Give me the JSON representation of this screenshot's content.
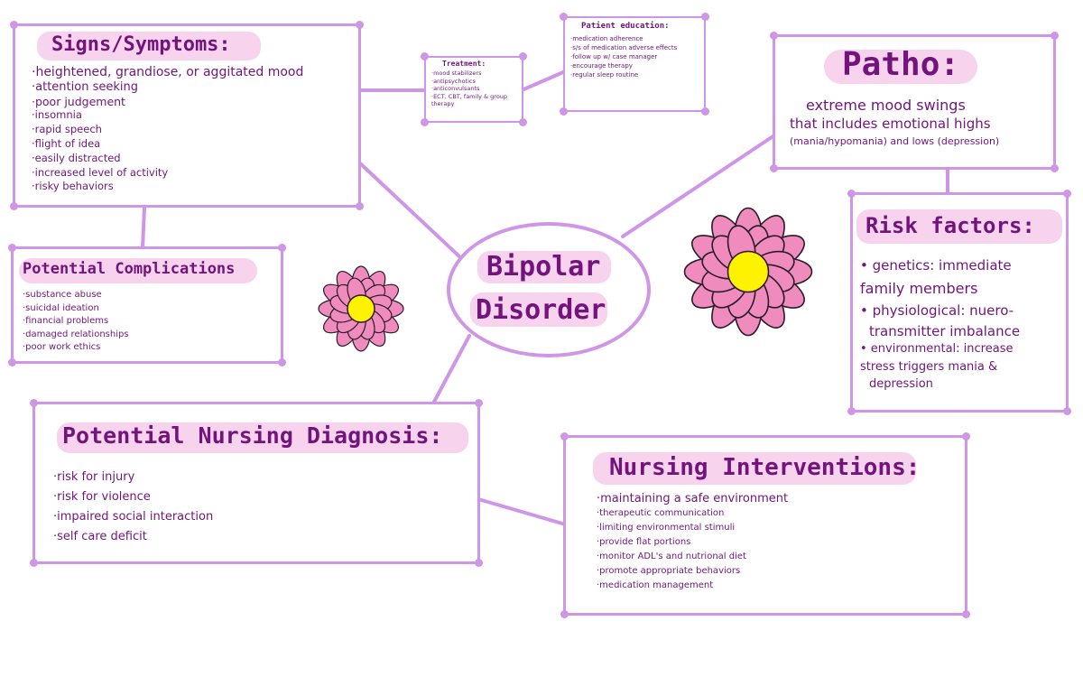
{
  "colors": {
    "line": "#cf95e6",
    "highlight": "#f8d3ee",
    "text": "#72147c",
    "petal": "#f08cbd",
    "petal_stroke": "#2a1a2a",
    "flower_center": "#fff200"
  },
  "center": {
    "line1": "Bipolar",
    "line2": "Disorder"
  },
  "signs": {
    "title": "Signs/Symptoms:",
    "items": [
      "·heightened, grandiose, or aggitated mood",
      "·attention seeking",
      "·poor judgement",
      "·insomnia",
      "·rapid speech",
      "·flight of idea",
      "·easily distracted",
      "·increased level of activity",
      "·risky behaviors"
    ]
  },
  "treatment": {
    "title": "Treatment:",
    "items": [
      "·mood stabilizers",
      "·antipsychotics",
      "·anticonvulsants",
      "·ECT, CBT, family & group therapy"
    ]
  },
  "education": {
    "title": "Patient education:",
    "items": [
      "·medication adherence",
      "·s/s of medication adverse effects",
      "·follow up w/ case manager",
      "·encourage therapy",
      "·regular sleep routine"
    ]
  },
  "patho": {
    "title": "Patho:",
    "lines": [
      "extreme mood swings",
      "that includes emotional highs",
      "(mania/hypomania) and lows (depression)"
    ]
  },
  "risk": {
    "title": "Risk factors:",
    "items": [
      "• genetics: immediate",
      "family members",
      "• physiological: nuero-",
      "transmitter imbalance",
      "• environmental: increase",
      "stress triggers mania &",
      "depression"
    ]
  },
  "complications": {
    "title": "Potential Complications",
    "items": [
      "·substance abuse",
      "·suicidal ideation",
      "·financial problems",
      "·damaged relationships",
      "·poor work ethics"
    ]
  },
  "diagnosis": {
    "title": "Potential Nursing Diagnosis:",
    "items": [
      "·risk for injury",
      "·risk for violence",
      "·impaired social interaction",
      "·self care deficit"
    ]
  },
  "interventions": {
    "title": "Nursing Interventions:",
    "items": [
      "·maintaining a safe environment",
      "·therapeutic communication",
      "·limiting environmental stimuli",
      "·provide flat portions",
      "·monitor ADL's and nutrional diet",
      "·promote appropriate behaviors",
      "·medication management"
    ]
  }
}
